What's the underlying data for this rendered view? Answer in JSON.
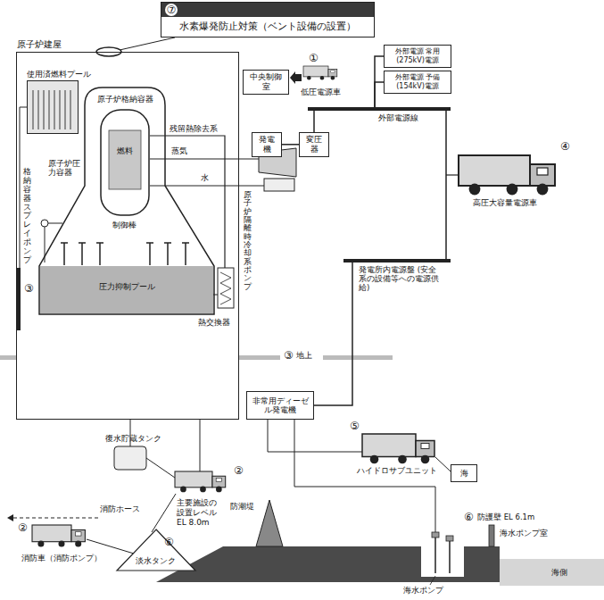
{
  "diagram": {
    "nodes": [
      {
        "text": [
          "⑦",
          "水素爆発防止対策（ベント設備の設置）"
        ]
      },
      {
        "text": [
          "原子炉建屋"
        ]
      },
      {
        "text": [
          "使用済燃料プール"
        ],
        "in": 1
      },
      {
        "text": [
          "原子炉格納容器"
        ],
        "in": 1
      },
      {
        "text": [
          "原子炉圧力容器",
          "燃料"
        ],
        "in": 3
      },
      {
        "text": [
          "圧力抑制プール"
        ],
        "in": 3
      },
      {
        "text": [
          "中央制御室"
        ]
      },
      {
        "text": [
          "外部電源 常用(275kV)電源"
        ]
      },
      {
        "text": [
          "外部電源 予備(154kV)電源"
        ]
      },
      {
        "text": [
          "外部電源線"
        ]
      },
      {
        "text": [
          "発電機"
        ]
      },
      {
        "text": [
          "変圧器"
        ]
      },
      {
        "text": [
          "発電所内電源盤 (安全系の設備等への電源供給)"
        ]
      },
      {
        "text": [
          "非常用ディーゼル発電機"
        ]
      },
      {
        "text": [
          "淡水タンク"
        ]
      },
      {
        "text": [
          "海"
        ]
      }
    ],
    "edges": [
      {
        "from": 10,
        "to": 11,
        "arrow": "none"
      },
      {
        "from": 11,
        "to": 9,
        "arrow": "none"
      },
      {
        "from": 7,
        "to": 9,
        "arrow": "none"
      },
      {
        "from": 8,
        "to": 9,
        "arrow": "none"
      },
      {
        "from": 9,
        "to": 12,
        "arrow": "none"
      },
      {
        "from": 13,
        "to": 12,
        "arrow": "none"
      }
    ],
    "labels": [
      "格納容器スプレイポンプ",
      "残留熱除去系",
      "蒸気",
      "水",
      "原子炉隔離時冷却系ポンプ",
      "熱交換器",
      "制御棒",
      "③",
      "①",
      "低圧電源車",
      "④",
      "高圧大容量電源車",
      "③",
      "地上",
      "⑤",
      "ハイドロサブユニット",
      "復水貯蔵タンク",
      "②",
      "消防ホース",
      "②",
      "消防車（消防ポンプ）",
      "⑥",
      "主要施設の 設置レベル EL 8.0m",
      "防潮堤",
      "⑥",
      "防護壁 EL 6.1m",
      "海水ポンプ室",
      "海側",
      "海水ポンプ"
    ]
  }
}
